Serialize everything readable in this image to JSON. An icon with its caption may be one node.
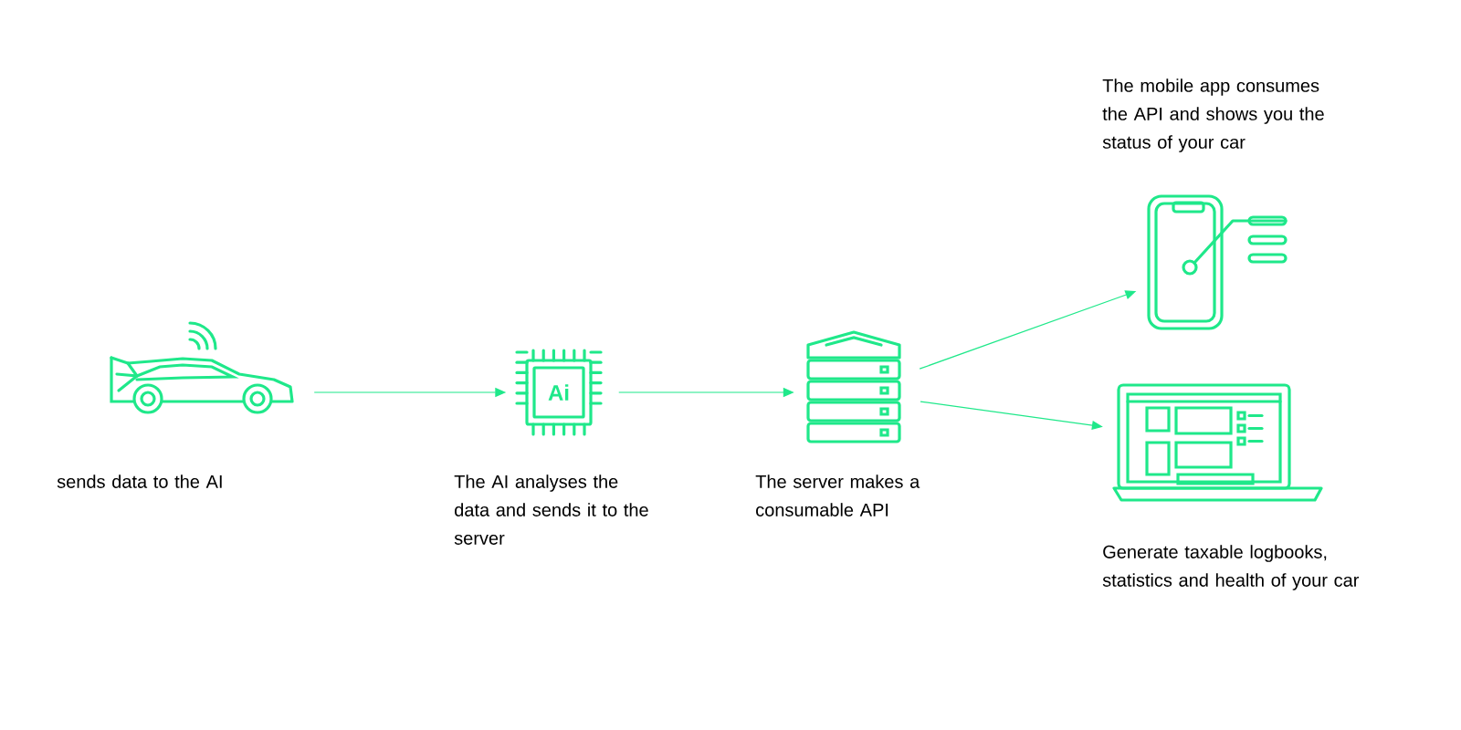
{
  "diagram": {
    "nodes": [
      {
        "text": [],
        "shape": "picture",
        "beside": [
          "sends data to the AI"
        ]
      },
      {
        "text": [],
        "shape": "picture",
        "beside": [
          "The AI analyses the data and sends it to the server"
        ]
      },
      {
        "text": [],
        "shape": "picture",
        "beside": [
          "The server makes a consumable API"
        ]
      },
      {
        "text": [],
        "shape": "picture",
        "beside": [
          "The mobile app consumes the API and shows you the status of your car"
        ]
      },
      {
        "text": [],
        "shape": "picture",
        "beside": [
          "Generate taxable logbooks, statistics and health of your car"
        ]
      }
    ],
    "edges": [
      {
        "from": 0,
        "to": 1,
        "arrow": "to"
      },
      {
        "from": 1,
        "to": 2,
        "arrow": "to"
      },
      {
        "from": 2,
        "to": 3,
        "arrow": "to"
      },
      {
        "from": 2,
        "to": 4,
        "arrow": "to"
      }
    ],
    "labels": [
      "Ai"
    ]
  }
}
